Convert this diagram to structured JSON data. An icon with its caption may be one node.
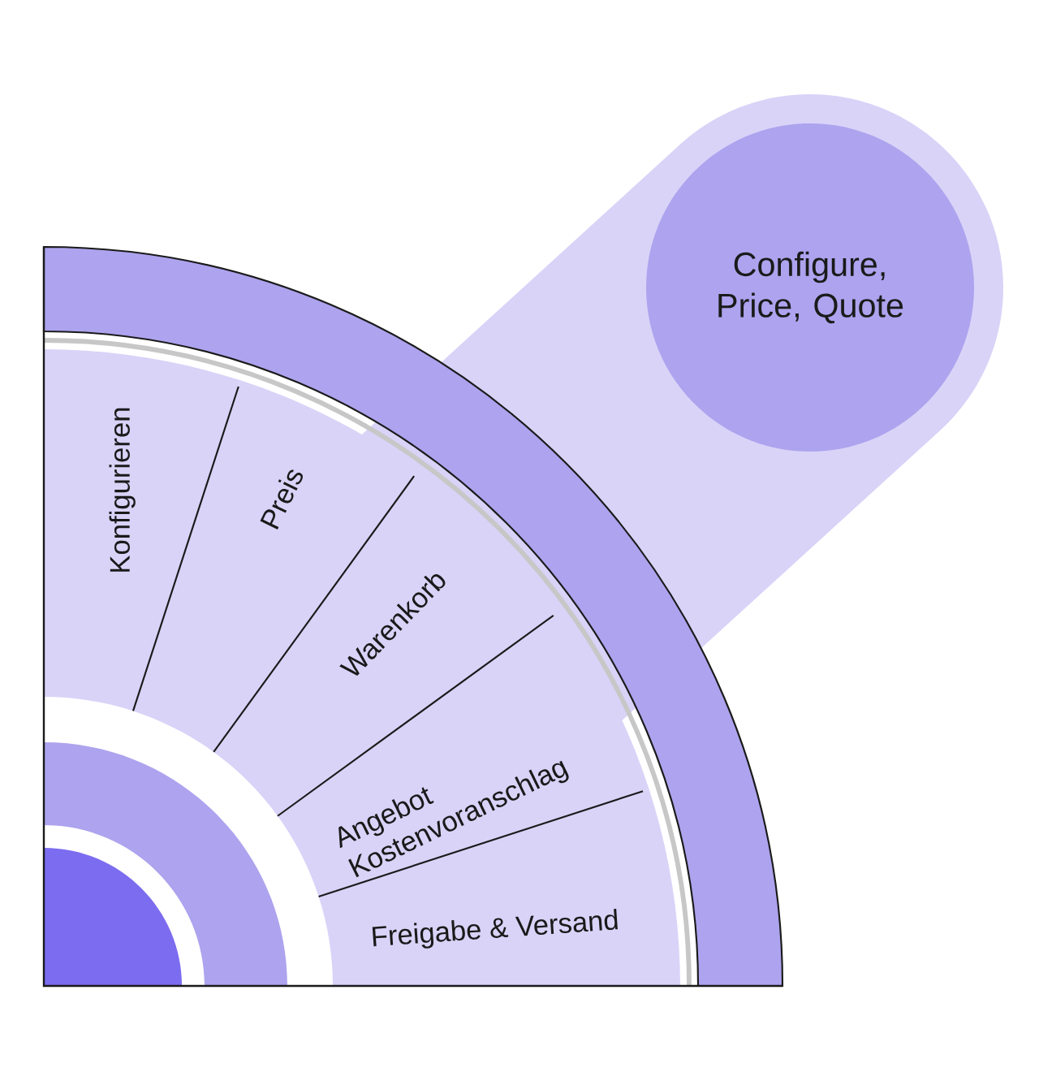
{
  "diagram": {
    "nodes": [
      {
        "text": [
          "Configure, Price, Quote"
        ]
      },
      {
        "text": [
          "Konfigurieren"
        ]
      },
      {
        "text": [
          "Preis"
        ]
      },
      {
        "text": [
          "Warenkorb"
        ]
      },
      {
        "text": [
          "Angebot",
          "Kostenvoranschlag"
        ]
      },
      {
        "text": [
          "Freigabe & Versand"
        ]
      }
    ]
  }
}
